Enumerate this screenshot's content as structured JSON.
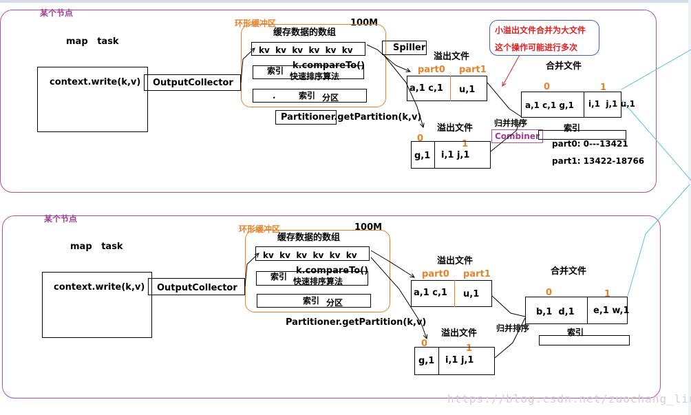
{
  "node1": {
    "label": "某个节点",
    "map_task": "map   task",
    "context_write": "context.write(k,v)",
    "output_collector": "OutputCollector",
    "ring_buffer_label": "环形缓冲区",
    "size": "100M",
    "buffer_array": "缓存数据的数组",
    "kv_row": "kv  kv  kv  kv  kv  kv",
    "index1": "索引",
    "compare_to": "k.compareTo()",
    "quick_sort": "快速排序算法",
    "dot": ".",
    "index2": "索引",
    "partition": "分区",
    "spiller": "Spiller",
    "get_partition": "Partitioner.getPartition(k,v)",
    "spill1": {
      "title": "溢出文件",
      "part0": "part0",
      "part1": "part1",
      "cell0": "a,1 c,1",
      "cell1": "u,1"
    },
    "spill2": {
      "title": "溢出文件",
      "zero": "0",
      "one": "1",
      "cell0": "g,1",
      "cell1": "i,1 j,1"
    },
    "merge_sort": "归并排序",
    "combiner": "Combiner",
    "merged": {
      "title": "合并文件",
      "zero": "0",
      "one": "1",
      "cell0": "a,1 c,1 g,1",
      "cell1": "i,1  j,1 u,1"
    },
    "index_title": "索引",
    "part0_range": "part0: 0---13421",
    "part1_range": "part1: 13422-18766",
    "note_line1": "小溢出文件合并为大文件",
    "note_line2": "这个操作可能进行多次"
  },
  "node2": {
    "label": "某个节点",
    "map_task": "map   task",
    "context_write": "context.write(k,v)",
    "output_collector": "OutputCollector",
    "ring_buffer_label": "环形缓冲区",
    "size": "100M",
    "buffer_array": "缓存数据的数组",
    "kv_row": "kv  kv  kv  kv  kv  kv",
    "index1": "索引",
    "compare_to": "k.compareTo()",
    "quick_sort": "快速排序算法",
    "index2": "索引",
    "partition": "分区",
    "get_partition": "Partitioner.getPartition(k,v)",
    "spill1": {
      "title": "溢出文件",
      "part0": "part0",
      "part1": "part1",
      "cell0": "a,1 c,1",
      "cell1": "u,1"
    },
    "spill2": {
      "title": "溢出文件",
      "zero": "0",
      "one": "1",
      "cell0": "g,1",
      "cell1": "i,1 j,1"
    },
    "merge_sort": "归并排序",
    "merged": {
      "title": "合并文件",
      "zero": "0",
      "one": "1",
      "cell0": "b,1  d,1",
      "cell1": "e,1 w,1"
    },
    "index_title": "索引"
  },
  "watermark": "https://blog.csdn.net/zuochang_liu",
  "colors": {
    "node_border": "#b64aa8",
    "ring": "#e8822a",
    "note": "#3b5fd6",
    "accent_red": "#e02020",
    "cyan_line": "#5bc0de"
  }
}
